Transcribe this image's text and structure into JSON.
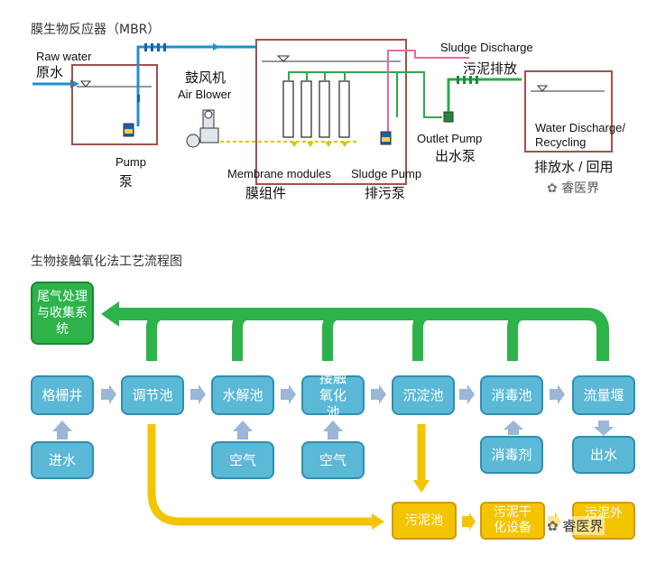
{
  "top": {
    "title": "膜生物反应器（MBR）",
    "raw_water_en": "Raw water",
    "raw_water_cn": "原水",
    "blower_cn": "鼓风机",
    "blower_en": "Air Blower",
    "pump_en": "Pump",
    "pump_cn": "泵",
    "membrane_en": "Membrane modules",
    "membrane_cn": "膜组件",
    "sludge_pump_en": "Sludge Pump",
    "sludge_pump_cn": "排污泵",
    "sludge_discharge_en": "Sludge Discharge",
    "sludge_discharge_cn": "污泥排放",
    "outlet_pump_en": "Outlet Pump",
    "outlet_pump_cn": "出水泵",
    "water_discharge_en_1": "Water Discharge/",
    "water_discharge_en_2": "Recycling",
    "water_discharge_cn": "排放水 / 回用",
    "watermark": "睿医界"
  },
  "bottom": {
    "title": "生物接触氧化法工艺流程图",
    "exhaust_box": "尾气处理与收集系统",
    "process": [
      "格栅井",
      "调节池",
      "水解池",
      "接触氧化池",
      "沉淀池",
      "消毒池",
      "流量堰"
    ],
    "inputs": {
      "inlet": "进水",
      "air1": "空气",
      "air2": "空气",
      "disinfectant": "消毒剂",
      "outlet": "出水"
    },
    "sludge": [
      "污泥池",
      "污泥干化设备",
      "污泥外"
    ],
    "watermark": "睿医界"
  },
  "colors": {
    "blue_fill": "#5bb8d6",
    "green": "#2db34a",
    "yellow": "#f4c400",
    "tank_border": "#a0524b",
    "pipe_blue": "#1f8fcf",
    "pipe_green": "#2fa84a"
  }
}
